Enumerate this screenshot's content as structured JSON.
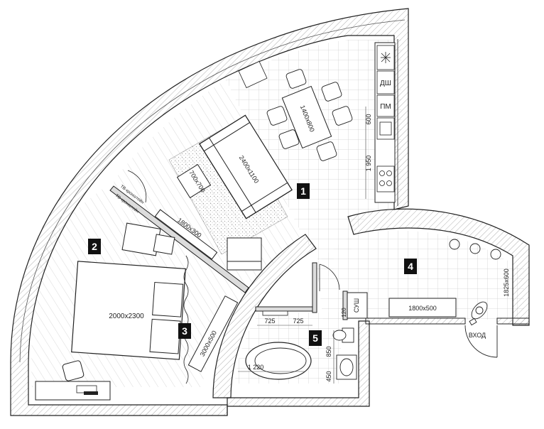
{
  "room_numbers": [
    "1",
    "2",
    "3",
    "4",
    "5"
  ],
  "dimensions": {
    "dining_table": "1400x800",
    "sofa": "2400x1100",
    "coffee_table": "700x700",
    "bed": "2000x2300",
    "tv_console": "1800x300",
    "wardrobe": "3000x500",
    "hall_closet": "1800x500",
    "hall_niche": "1825x600",
    "kitchen_600": "600",
    "kitchen_1950": "1 950",
    "bath_725_left": "725",
    "bath_725_right": "725",
    "bath_120": "120",
    "bath_850": "850",
    "bath_450": "450",
    "bath_1220": "1 220"
  },
  "appliance_labels": {
    "dishwasher": "ДШ",
    "washer": "ПМ",
    "dryer": "СУШ"
  },
  "entrance_label": "ВХОД",
  "tv_labels": [
    "ТВ-кронштейн",
    "ТВ-кронштейн"
  ],
  "colors": {
    "wall": "#dcdcdc",
    "line": "#222222",
    "badge": "#111111"
  }
}
